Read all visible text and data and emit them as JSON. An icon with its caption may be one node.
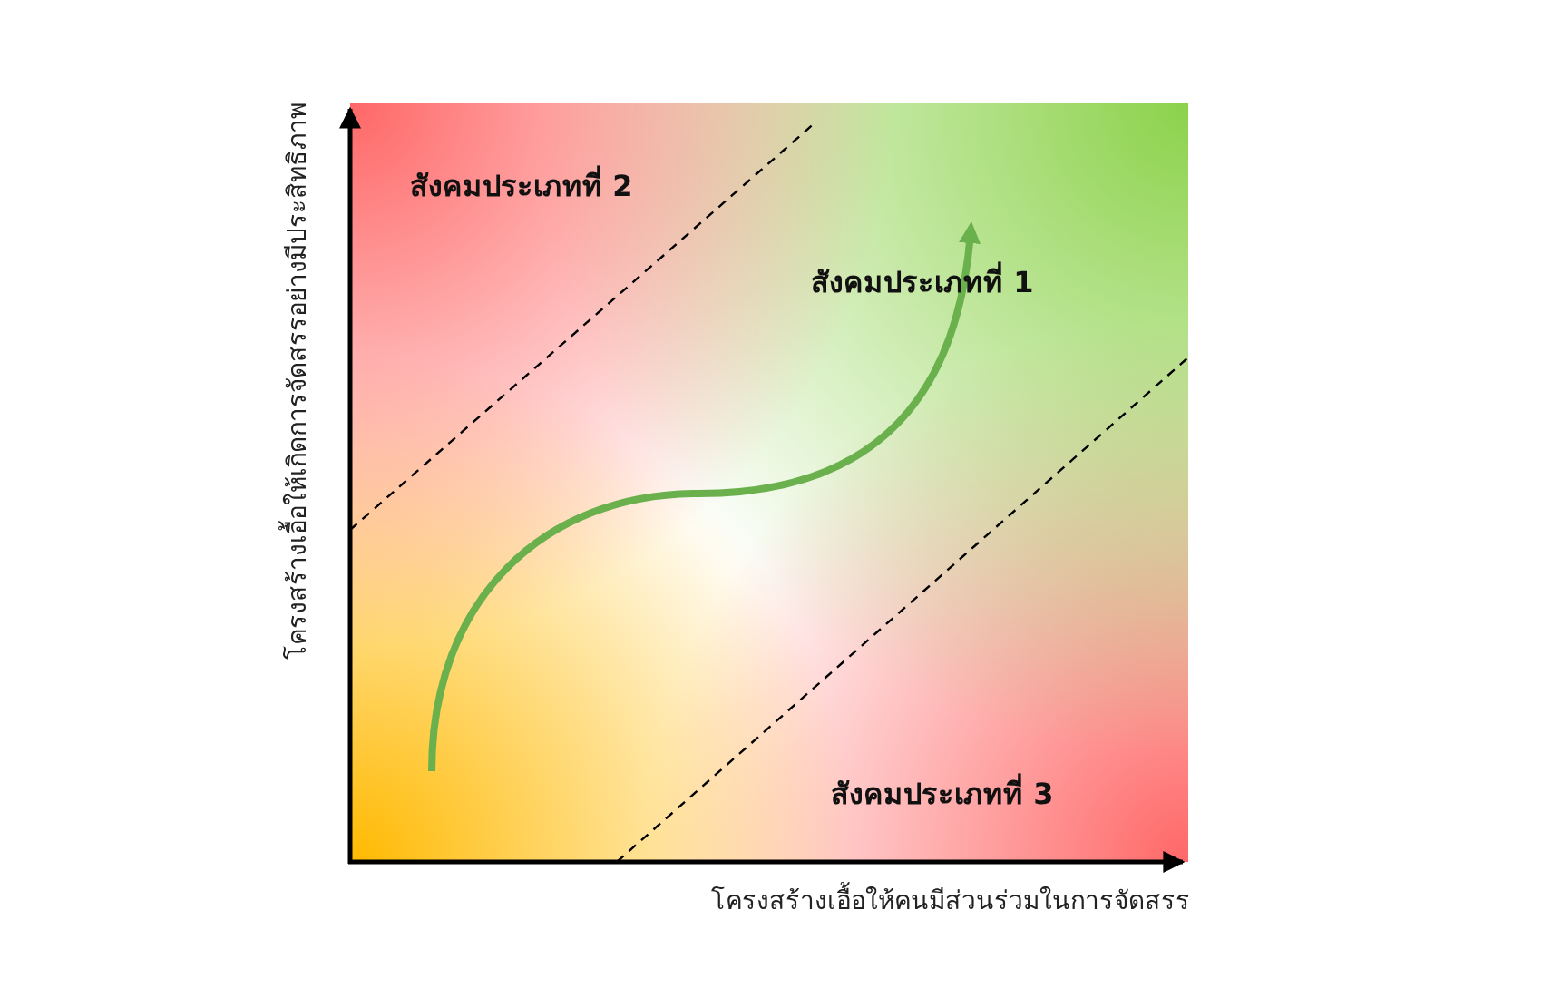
{
  "diagram": {
    "labels": [
      "สังคมประเภทที่ 2",
      "สังคมประเภทที่ 1",
      "สังคมประเภทที่ 3",
      "โครงสร้างเอื้อให้เกิดการจัดสรรอย่างมีประสิทธิภาพ",
      "โครงสร้างเอื้อให้คนมีส่วนร่วมในการจัดสรร"
    ]
  }
}
